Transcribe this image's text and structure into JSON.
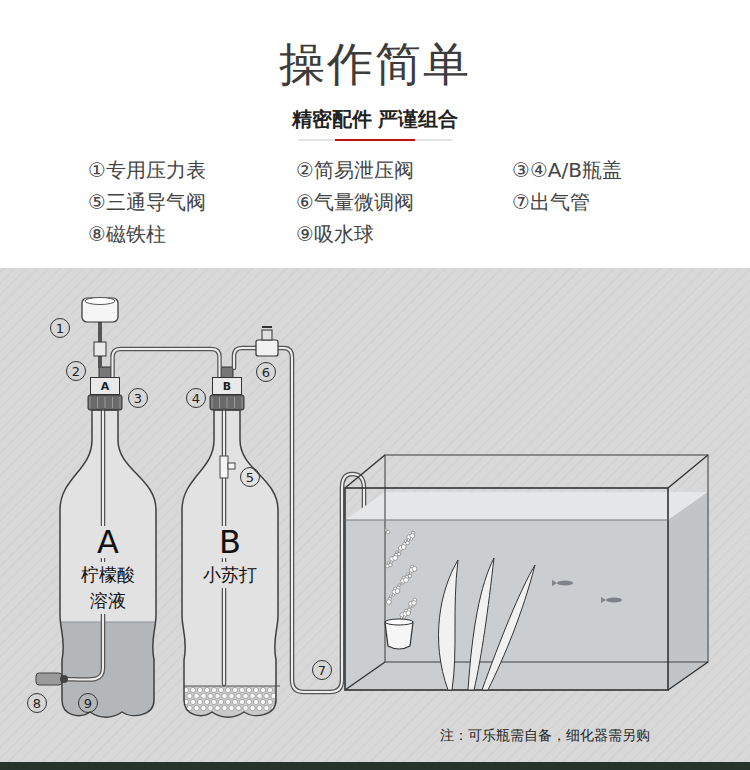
{
  "diagram": {
    "title": "操作简单",
    "nodes": [
      {
        "text": [
          "1"
        ]
      },
      {
        "text": [
          "2"
        ]
      },
      {
        "text": [
          "A"
        ]
      },
      {
        "text": [
          "3"
        ]
      },
      {
        "text": [
          "4"
        ]
      },
      {
        "text": [
          "B"
        ]
      },
      {
        "text": [
          "6"
        ]
      },
      {
        "text": [
          "A",
          "柠檬酸 溶液"
        ]
      },
      {
        "text": [
          "B",
          "小苏打"
        ]
      },
      {
        "text": [
          "5"
        ],
        "in": 8
      },
      {
        "text": [
          "7"
        ]
      },
      {
        "text": [
          "8"
        ]
      },
      {
        "text": [
          "9"
        ],
        "in": 7
      }
    ],
    "edges": [
      {
        "from": 2,
        "to": 5,
        "arrow": "none"
      }
    ],
    "labels": [
      "精密配件 严谨组合",
      "①专用压力表",
      "②简易泄压阀",
      "③④A/B瓶盖",
      "⑤三通导气阀",
      "⑥气量微调阀",
      "⑦出气管",
      "⑧磁铁柱",
      "⑨吸水球",
      "注：可乐瓶需自备，细化器需另购"
    ]
  }
}
